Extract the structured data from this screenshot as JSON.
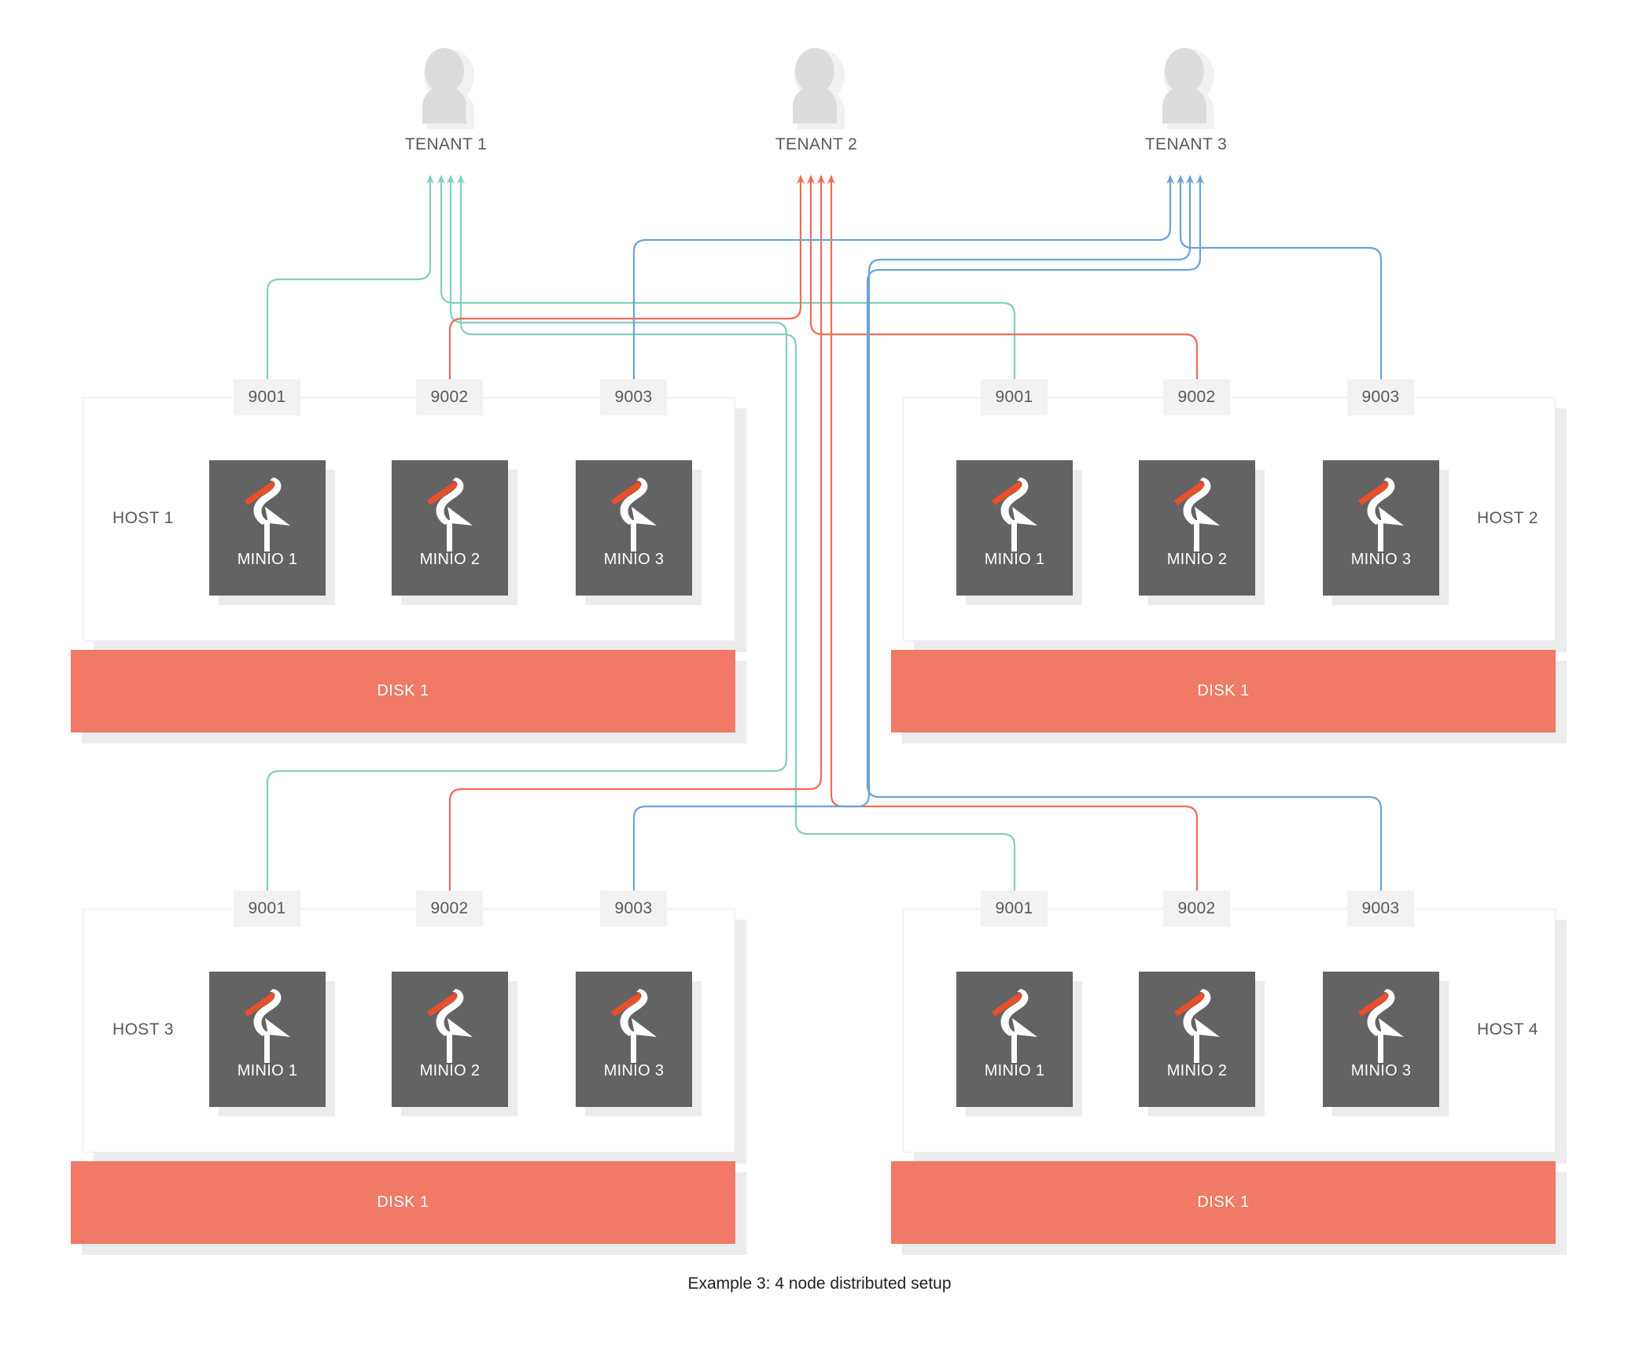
{
  "caption": "Example 3: 4 node distributed setup",
  "colors": {
    "tenant1_line": "#83cfc2",
    "tenant2_line": "#ef6c57",
    "tenant3_line": "#6ba3d6",
    "minio_box": "#636363",
    "disk_bar": "#f07a65",
    "port_chip": "#f2f2f2",
    "host_border": "#ebebeb",
    "shadow": "#ececec",
    "avatar": "#dcdcdc",
    "text": "#58595b",
    "beak": "#e8502a",
    "internal_link": "#8a8a8a"
  },
  "tenants": [
    {
      "id": "tenant-1",
      "label": "TENANT 1",
      "icon": "user-avatar-icon",
      "color": "#83cfc2"
    },
    {
      "id": "tenant-2",
      "label": "TENANT 2",
      "icon": "user-avatar-icon",
      "color": "#ef6c57"
    },
    {
      "id": "tenant-3",
      "label": "TENANT 3",
      "icon": "user-avatar-icon",
      "color": "#6ba3d6"
    }
  ],
  "hosts": [
    {
      "id": "host-1",
      "label": "HOST 1",
      "label_side": "left",
      "disk": {
        "label": "DISK 1"
      },
      "nodes": [
        {
          "port": "9001",
          "name": "MINIO 1",
          "tenant": "TENANT 1",
          "color": "#83cfc2",
          "logo": "minio-flamingo-logo"
        },
        {
          "port": "9002",
          "name": "MINIO 2",
          "tenant": "TENANT 2",
          "color": "#ef6c57",
          "logo": "minio-flamingo-logo"
        },
        {
          "port": "9003",
          "name": "MINIO 3",
          "tenant": "TENANT 3",
          "color": "#6ba3d6",
          "logo": "minio-flamingo-logo"
        }
      ]
    },
    {
      "id": "host-2",
      "label": "HOST 2",
      "label_side": "right",
      "disk": {
        "label": "DISK 1"
      },
      "nodes": [
        {
          "port": "9001",
          "name": "MINIO 1",
          "tenant": "TENANT 1",
          "color": "#83cfc2",
          "logo": "minio-flamingo-logo"
        },
        {
          "port": "9002",
          "name": "MINIO 2",
          "tenant": "TENANT 2",
          "color": "#ef6c57",
          "logo": "minio-flamingo-logo"
        },
        {
          "port": "9003",
          "name": "MINIO 3",
          "tenant": "TENANT 3",
          "color": "#6ba3d6",
          "logo": "minio-flamingo-logo"
        }
      ]
    },
    {
      "id": "host-3",
      "label": "HOST 3",
      "label_side": "left",
      "disk": {
        "label": "DISK 1"
      },
      "nodes": [
        {
          "port": "9001",
          "name": "MINIO 1",
          "tenant": "TENANT 1",
          "color": "#83cfc2",
          "logo": "minio-flamingo-logo"
        },
        {
          "port": "9002",
          "name": "MINIO 2",
          "tenant": "TENANT 2",
          "color": "#ef6c57",
          "logo": "minio-flamingo-logo"
        },
        {
          "port": "9003",
          "name": "MINIO 3",
          "tenant": "TENANT 3",
          "color": "#6ba3d6",
          "logo": "minio-flamingo-logo"
        }
      ]
    },
    {
      "id": "host-4",
      "label": "HOST 4",
      "label_side": "right",
      "disk": {
        "label": "DISK 1"
      },
      "nodes": [
        {
          "port": "9001",
          "name": "MINIO 1",
          "tenant": "TENANT 1",
          "color": "#83cfc2",
          "logo": "minio-flamingo-logo"
        },
        {
          "port": "9002",
          "name": "MINIO 2",
          "tenant": "TENANT 2",
          "color": "#ef6c57",
          "logo": "minio-flamingo-logo"
        },
        {
          "port": "9003",
          "name": "MINIO 3",
          "tenant": "TENANT 3",
          "color": "#6ba3d6",
          "logo": "minio-flamingo-logo"
        }
      ]
    }
  ]
}
